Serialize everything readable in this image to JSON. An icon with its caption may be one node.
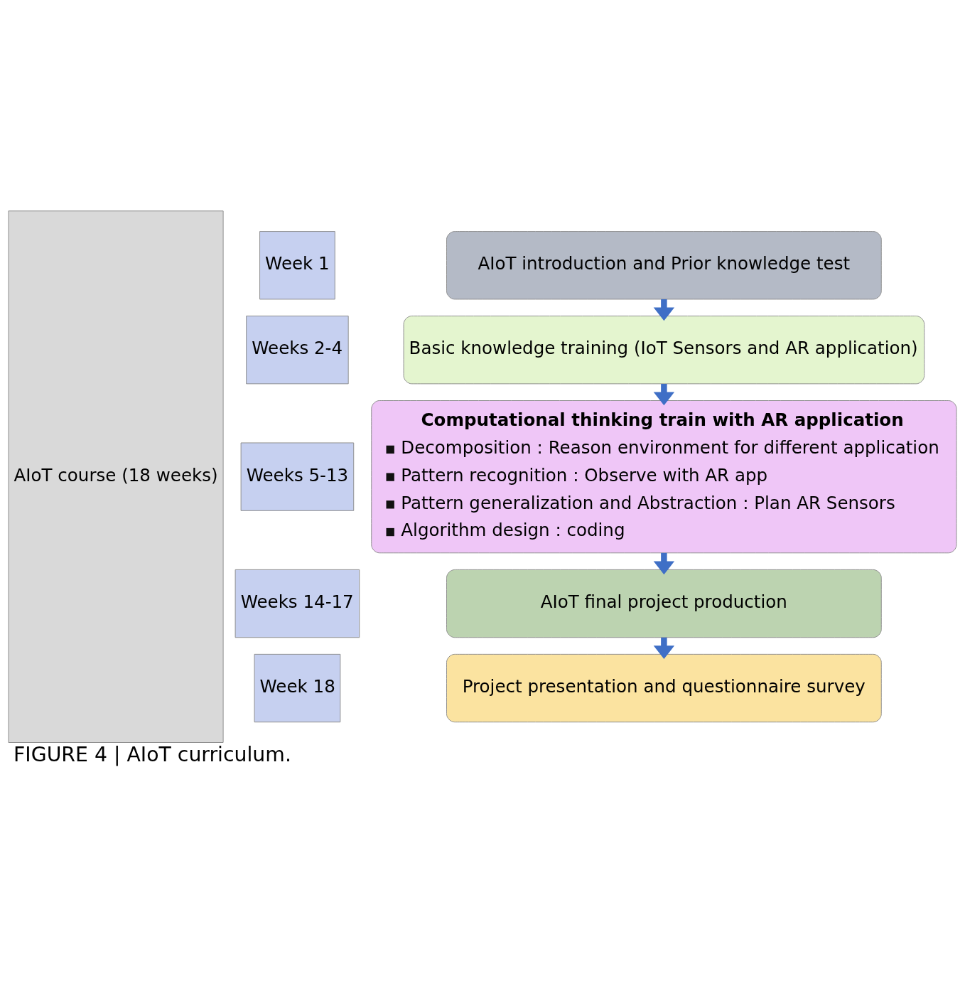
{
  "diagram": {
    "caption": "FIGURE 4 | AIoT curriculum.",
    "nodes": [
      {
        "text": [
          "AIoT course (18 weeks)"
        ]
      },
      {
        "text": [
          "Week 1"
        ]
      },
      {
        "text": [
          "AIoT introduction and Prior knowledge test"
        ]
      },
      {
        "text": [
          "Weeks 2-4"
        ]
      },
      {
        "text": [
          "Basic knowledge training (IoT Sensors and AR application)"
        ]
      },
      {
        "text": [
          "Weeks 5-13"
        ]
      },
      {
        "text": [
          "Computational thinking train with AR application",
          "Decomposition : Reason environment for different application",
          "Pattern recognition : Observe with AR app",
          "Pattern generalization and Abstraction : Plan AR Sensors",
          "Algorithm design : coding"
        ]
      },
      {
        "text": [
          "Weeks 14-17"
        ]
      },
      {
        "text": [
          "AIoT final project production"
        ]
      },
      {
        "text": [
          "Week 18"
        ]
      },
      {
        "text": [
          "Project presentation and questionnaire survey"
        ]
      }
    ],
    "edges": [
      {
        "from": 2,
        "to": 4,
        "arrow": "to"
      },
      {
        "from": 4,
        "to": 6,
        "arrow": "to"
      },
      {
        "from": 6,
        "to": 8,
        "arrow": "to"
      },
      {
        "from": 8,
        "to": 10,
        "arrow": "to"
      }
    ]
  }
}
